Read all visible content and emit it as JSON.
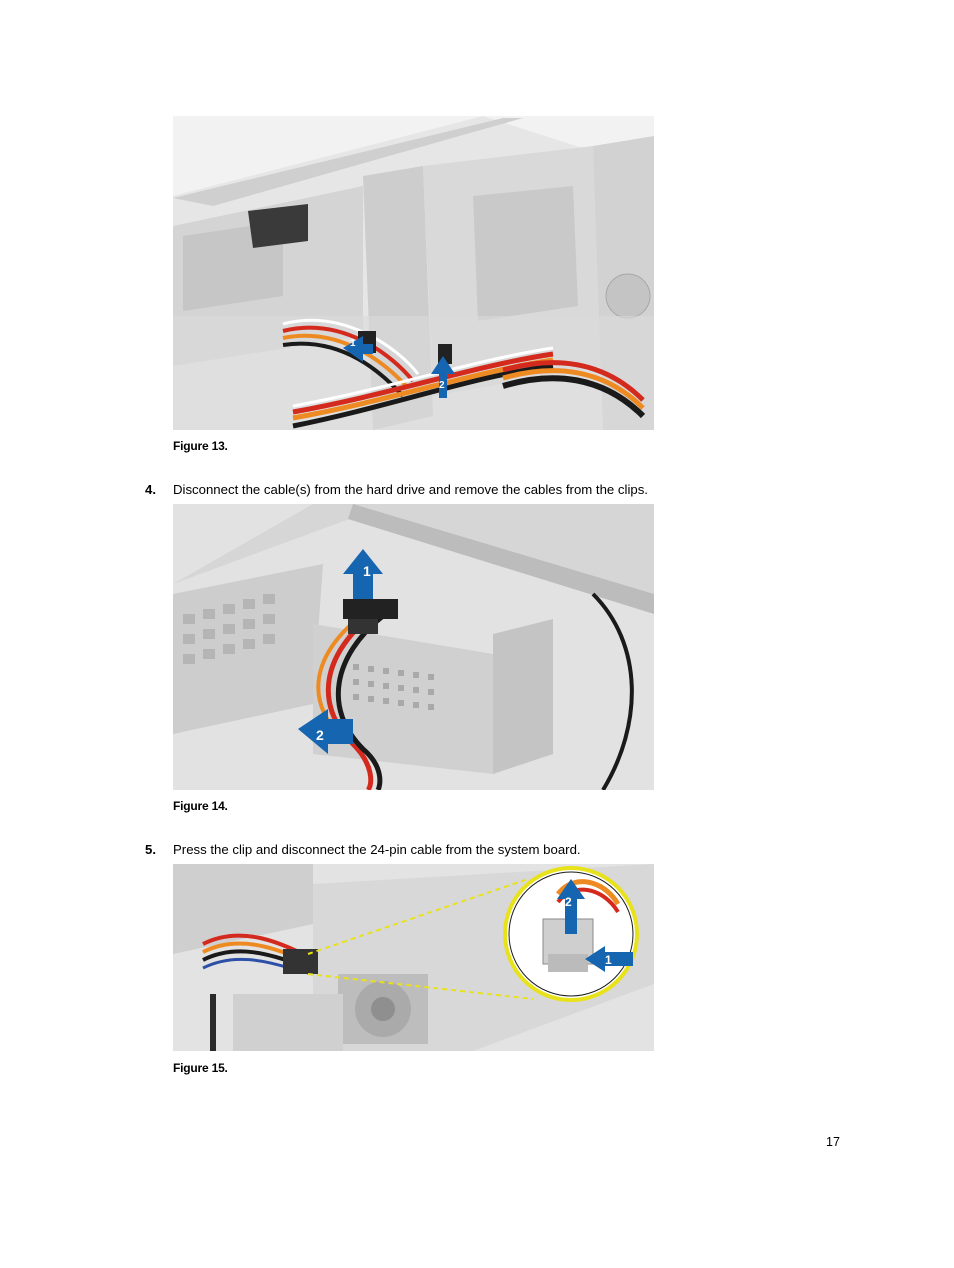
{
  "figures": [
    {
      "caption": "Figure 13.",
      "arrow_labels": [
        "1",
        "2"
      ]
    },
    {
      "caption": "Figure 14.",
      "arrow_labels": [
        "1",
        "2"
      ]
    },
    {
      "caption": "Figure 15.",
      "arrow_labels": [
        "2",
        "1"
      ]
    }
  ],
  "steps": [
    {
      "number": "4.",
      "text": "Disconnect the cable(s) from the hard drive and remove the cables from the clips."
    },
    {
      "number": "5.",
      "text": "Press the clip and disconnect the 24-pin cable from the system board."
    }
  ],
  "page_number": "17",
  "colors": {
    "arrow": "#1565b0",
    "callout": "#e8e21a",
    "wire_red": "#d42a1e",
    "wire_orange": "#ee8a22",
    "wire_black": "#1a1a1a"
  }
}
